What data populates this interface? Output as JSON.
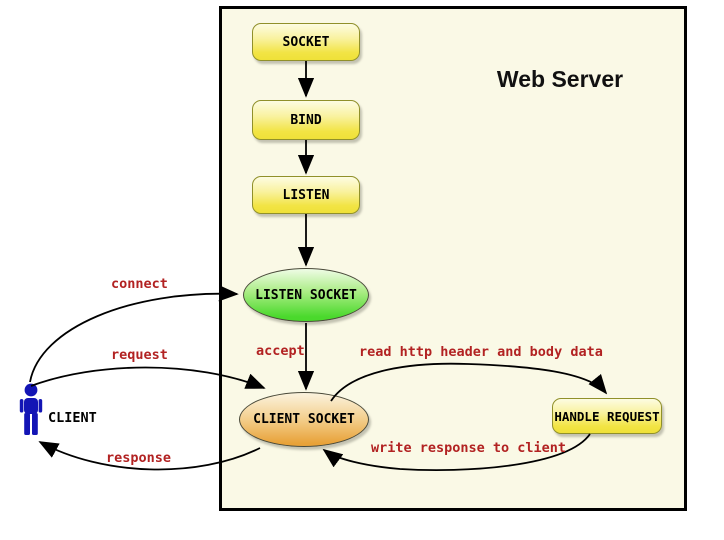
{
  "diagram": {
    "title": "Web Server",
    "nodes": {
      "socket": "SOCKET",
      "bind": "BIND",
      "listen": "LISTEN",
      "listen_socket": "LISTEN SOCKET",
      "client_socket": "CLIENT SOCKET",
      "handle_request": "HANDLE REQUEST"
    },
    "actor": {
      "label": "CLIENT"
    },
    "edge_labels": {
      "connect": "connect",
      "request": "request",
      "response": "response",
      "accept": "accept",
      "read": "read http header and body data",
      "write": "write response to client"
    },
    "colors": {
      "panel_background": "#FAF9E6",
      "box_yellow": "#F0E13A",
      "ellipse_green": "#4AD92C",
      "ellipse_orange": "#E8A239",
      "edge_label_red": "#B22222",
      "actor_blue": "#1315B5",
      "arrow_black": "#000000"
    }
  }
}
